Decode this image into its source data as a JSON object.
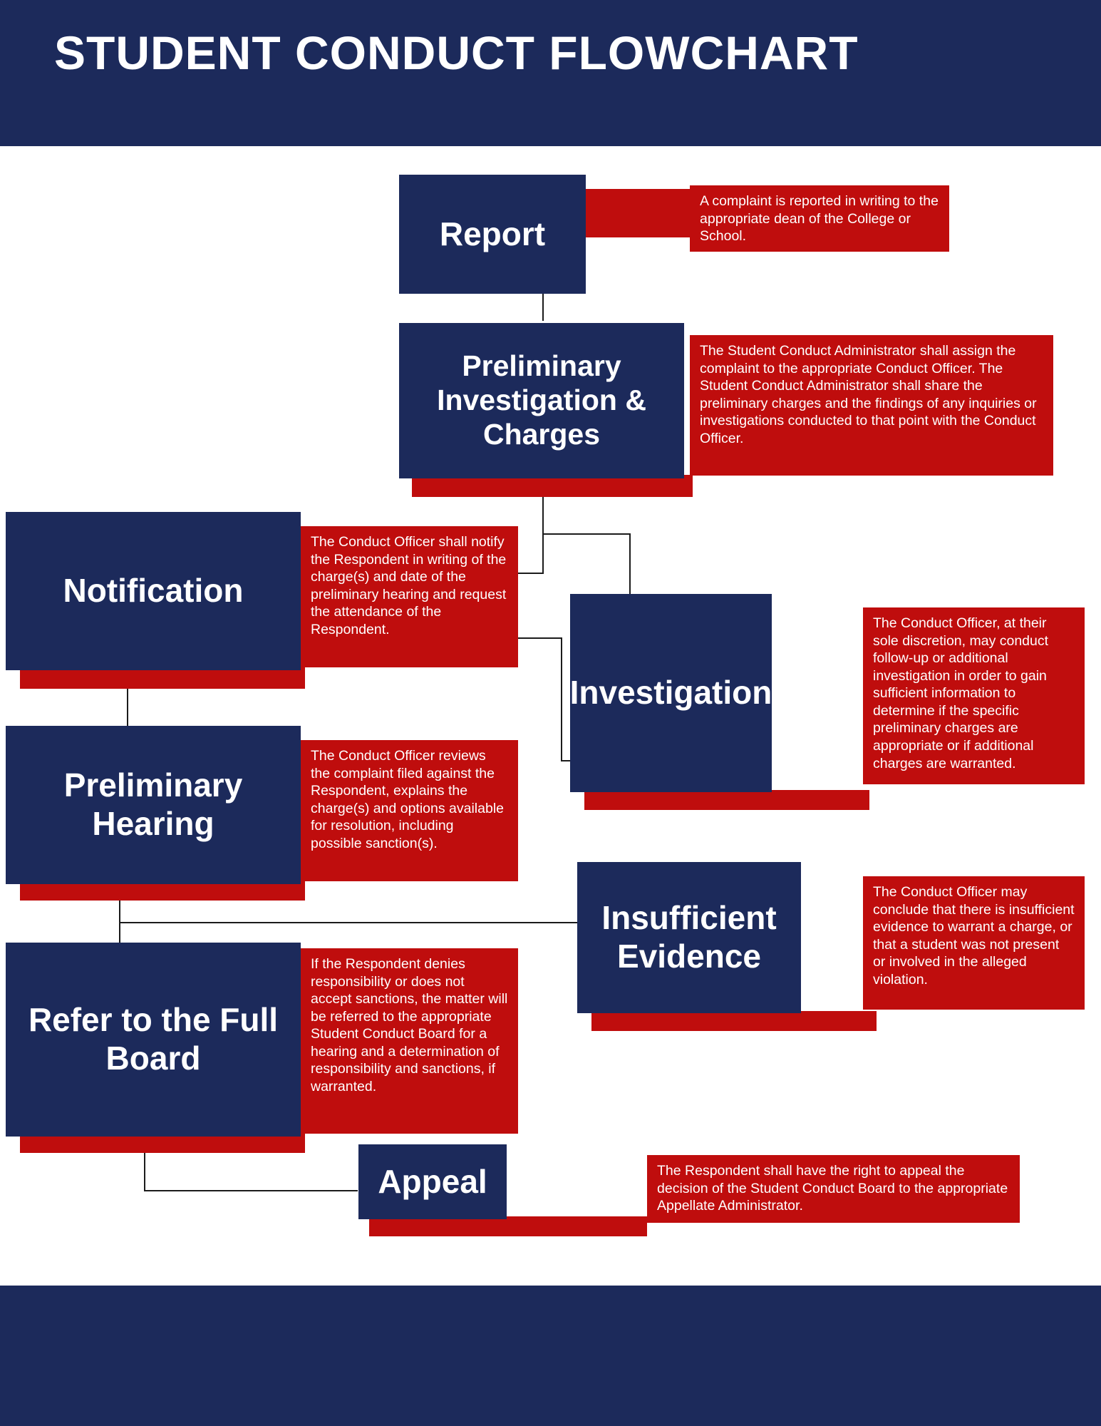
{
  "page": {
    "title": "STUDENT CONDUCT FLOWCHART",
    "background": "#ffffff"
  },
  "colors": {
    "navy": "#1c2a5b",
    "red": "#bf0d0d",
    "white": "#ffffff",
    "connector": "#1b1b1b"
  },
  "chart_data": {
    "type": "diagram",
    "title": "STUDENT CONDUCT FLOWCHART",
    "nodes": [
      {
        "id": "report",
        "label": "Report"
      },
      {
        "id": "preliminary-investigation",
        "label": "Preliminary Investigation & Charges"
      },
      {
        "id": "notification",
        "label": "Notification"
      },
      {
        "id": "investigation",
        "label": "Investigation"
      },
      {
        "id": "preliminary-hearing",
        "label": "Preliminary Hearing"
      },
      {
        "id": "insufficient-evidence",
        "label": "Insufficient Evidence"
      },
      {
        "id": "refer-full-board",
        "label": "Refer to the Full Board"
      },
      {
        "id": "appeal",
        "label": "Appeal"
      }
    ],
    "edges": [
      {
        "from": "report",
        "to": "preliminary-investigation"
      },
      {
        "from": "preliminary-investigation",
        "to": "notification"
      },
      {
        "from": "preliminary-investigation",
        "to": "investigation"
      },
      {
        "from": "notification",
        "to": "preliminary-hearing"
      },
      {
        "from": "investigation",
        "to": "preliminary-hearing"
      },
      {
        "from": "preliminary-hearing",
        "to": "insufficient-evidence"
      },
      {
        "from": "preliminary-hearing",
        "to": "refer-full-board"
      },
      {
        "from": "refer-full-board",
        "to": "appeal"
      }
    ]
  },
  "steps": {
    "report": {
      "label": "Report",
      "description": "A complaint is reported in writing to the appropriate dean of the College or School."
    },
    "preliminary_investigation": {
      "label": "Preliminary Investigation & Charges",
      "description": "The Student Conduct Administrator shall assign the complaint to the appropriate Conduct Officer. The Student Conduct Administrator shall share the preliminary charges and the findings of any inquiries or investigations conducted to that point with the Conduct Officer."
    },
    "notification": {
      "label": "Notification",
      "description": "The Conduct Officer shall notify the Respondent in writing of the charge(s) and date of the preliminary hearing and request the attendance of the Respondent."
    },
    "investigation": {
      "label": "Investigation",
      "description": "The Conduct Officer, at their sole discretion, may conduct follow-up or additional investigation in order to gain sufficient information to determine if the specific preliminary charges are appropriate or if additional charges are warranted."
    },
    "preliminary_hearing": {
      "label": "Preliminary Hearing",
      "description": "The Conduct Officer reviews the complaint filed against the Respondent, explains the charge(s) and options available for resolution, including possible sanction(s)."
    },
    "insufficient_evidence": {
      "label": "Insufficient Evidence",
      "description": "The Conduct Officer may conclude that there is insufficient evidence to warrant a charge, or that a student was not present or involved in the alleged violation."
    },
    "refer_full_board": {
      "label": "Refer to the Full Board",
      "description": "If the Respondent denies responsibility or does not accept sanctions, the matter will be referred to the appropriate Student Conduct Board for a hearing and a determination of responsibility and sanctions, if warranted."
    },
    "appeal": {
      "label": "Appeal",
      "description": "The Respondent shall have the right to appeal the decision of the Student Conduct Board to the appropriate Appellate Administrator."
    }
  }
}
